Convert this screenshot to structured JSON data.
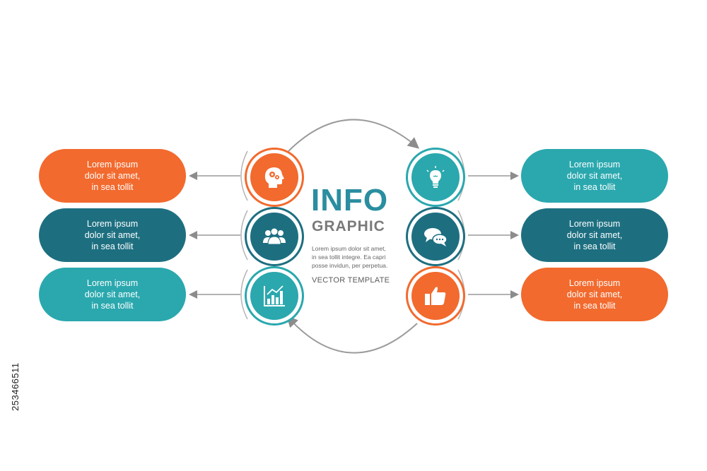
{
  "infographic": {
    "title": "INFO",
    "subtitle": "GRAPHIC",
    "body_lines": [
      "Lorem ipsum dolor sit amet,",
      "in sea tollit integre. Ea capri",
      "posse invidun, per perpetua."
    ],
    "footer": "VECTOR TEMPLATE"
  },
  "watermark": "253466511",
  "colors": {
    "orange": "#f26a2e",
    "dark_teal": "#1d6f80",
    "light_teal": "#2aa8ae",
    "arrow": "#9a9a9a"
  },
  "left_items": [
    {
      "lines": [
        "Lorem ipsum",
        "dolor sit amet,",
        "in sea tollit"
      ],
      "color": "#f26a2e",
      "icon": "head-gears-icon"
    },
    {
      "lines": [
        "Lorem ipsum",
        "dolor sit amet,",
        "in sea tollit"
      ],
      "color": "#1d6f80",
      "icon": "team-icon"
    },
    {
      "lines": [
        "Lorem ipsum",
        "dolor sit amet,",
        "in sea tollit"
      ],
      "color": "#2aa8ae",
      "icon": "bar-chart-icon"
    }
  ],
  "right_items": [
    {
      "lines": [
        "Lorem ipsum",
        "dolor sit amet,",
        "in sea tollit"
      ],
      "color": "#2aa8ae",
      "icon": "lightbulb-icon"
    },
    {
      "lines": [
        "Lorem ipsum",
        "dolor sit amet,",
        "in sea tollit"
      ],
      "color": "#1d6f80",
      "icon": "chat-bubbles-icon"
    },
    {
      "lines": [
        "Lorem ipsum",
        "dolor sit amet,",
        "in sea tollit"
      ],
      "color": "#f26a2e",
      "icon": "thumbs-up-icon"
    }
  ]
}
